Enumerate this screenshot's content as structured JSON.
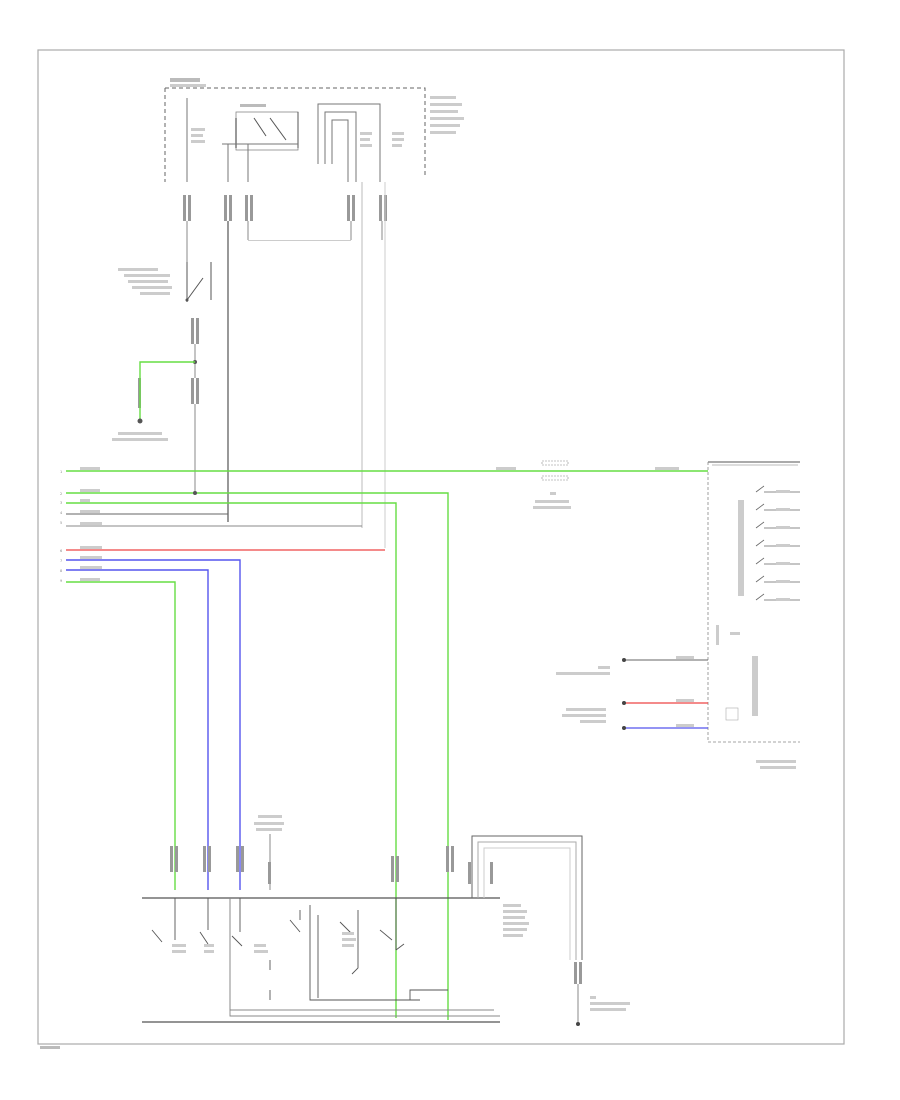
{
  "diagram": {
    "type": "wiring-schematic",
    "legibility": "text too small to read in source",
    "wire_colors": {
      "green": "#66dd44",
      "red": "#ee4444",
      "blue": "#5555ee",
      "gray": "#888888",
      "dark_gray": "#666666",
      "light_gray": "#cccccc"
    },
    "components": [
      {
        "id": "top-fuse-relay-block"
      },
      {
        "id": "switch-assembly"
      },
      {
        "id": "ground-point"
      },
      {
        "id": "splice-connector"
      },
      {
        "id": "connector-switch-block-right"
      },
      {
        "id": "lower-control-module"
      },
      {
        "id": "lower-right-ground"
      }
    ],
    "wires": [
      {
        "id": "wire-1",
        "color": "green"
      },
      {
        "id": "wire-2",
        "color": "green"
      },
      {
        "id": "wire-3",
        "color": "gray"
      },
      {
        "id": "wire-4",
        "color": "gray"
      },
      {
        "id": "wire-5",
        "color": "gray"
      },
      {
        "id": "wire-6",
        "color": "red"
      },
      {
        "id": "wire-7",
        "color": "blue"
      },
      {
        "id": "wire-8",
        "color": "blue"
      },
      {
        "id": "wire-9",
        "color": "green"
      }
    ]
  }
}
